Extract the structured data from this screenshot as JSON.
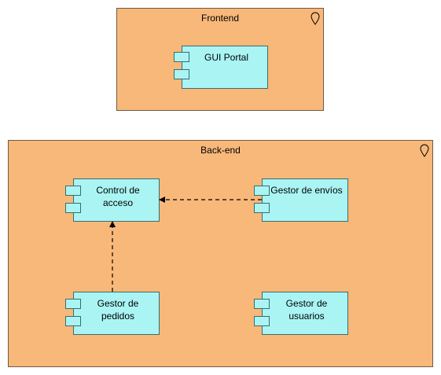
{
  "locations": {
    "frontend": {
      "title": "Frontend",
      "icon": "location-pin-icon"
    },
    "backend": {
      "title": "Back-end",
      "icon": "location-pin-icon"
    }
  },
  "components": {
    "gui_portal": {
      "label": "GUI Portal",
      "icon": "component-icon"
    },
    "control_acceso": {
      "label": "Control de\nacceso",
      "icon": "component-icon"
    },
    "gestor_envios": {
      "label": "Gestor de envíos",
      "icon": "component-icon"
    },
    "gestor_pedidos": {
      "label": "Gestor de\npedidos",
      "icon": "component-icon"
    },
    "gestor_usuarios": {
      "label": "Gestor de\nusuarios",
      "icon": "component-icon"
    }
  },
  "relationships": [
    {
      "from": "Gestor de envíos",
      "to": "Control de acceso",
      "type": "dashed-arrow"
    },
    {
      "from": "Gestor de pedidos",
      "to": "Control de acceso",
      "type": "dashed-arrow"
    }
  ],
  "colors": {
    "location_fill": "#f8b87a",
    "component_fill": "#aaf4f4"
  }
}
